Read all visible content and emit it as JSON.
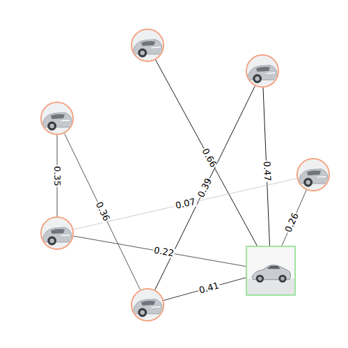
{
  "diagram": {
    "nodes": [
      {
        "text": []
      },
      {
        "text": []
      },
      {
        "text": []
      },
      {
        "text": []
      },
      {
        "text": []
      },
      {
        "text": []
      },
      {
        "text": []
      }
    ],
    "edges": [
      {
        "from": 0,
        "to": 5,
        "label": "0.66",
        "arrow": "none"
      },
      {
        "from": 1,
        "to": 6,
        "label": "0.39",
        "arrow": "none"
      },
      {
        "from": 1,
        "to": 5,
        "label": "0.47",
        "arrow": "none"
      },
      {
        "from": 3,
        "to": 5,
        "label": "0.26",
        "arrow": "none"
      },
      {
        "from": 3,
        "to": 4,
        "label": "0.07",
        "arrow": "none"
      },
      {
        "from": 2,
        "to": 4,
        "label": "0.35",
        "arrow": "none"
      },
      {
        "from": 2,
        "to": 6,
        "label": "0.36",
        "arrow": "none"
      },
      {
        "from": 4,
        "to": 5,
        "label": "0.22",
        "arrow": "none"
      },
      {
        "from": 6,
        "to": 5,
        "label": "0.41",
        "arrow": "none"
      }
    ]
  }
}
